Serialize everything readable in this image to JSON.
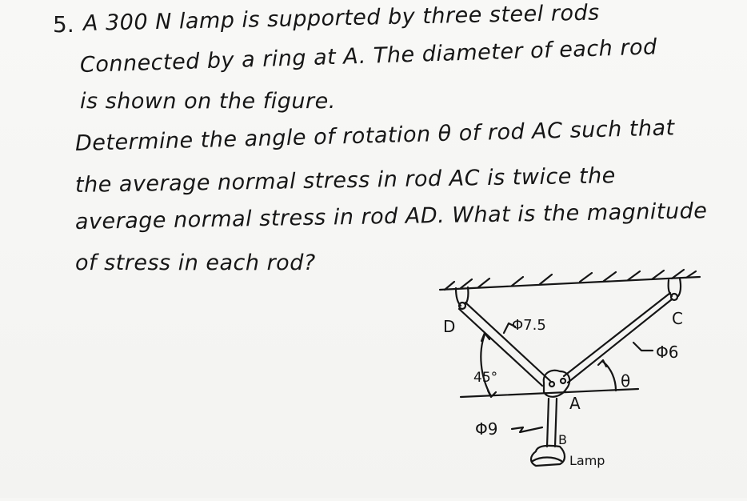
{
  "problem": {
    "number": "5.",
    "lines": [
      "A 300 N lamp is supported by three steel rods",
      "Connected by a ring at A. The diameter of each rod",
      "is shown on the figure.",
      "Determine the angle of rotation θ of rod AC such that",
      "the average normal stress in rod AC is twice the",
      "average normal stress in rod AD. What is the magnitude",
      "of stress in each rod?"
    ]
  },
  "diagram": {
    "labels": {
      "D": "D",
      "C": "C",
      "A": "A",
      "B": "B",
      "rod_AD_diameter": "Φ7.5",
      "rod_AC_diameter": "Φ6",
      "rod_AB_diameter": "Φ9",
      "angle_AD": "45°",
      "angle_AC": "θ",
      "lamp": "Lamp"
    }
  }
}
